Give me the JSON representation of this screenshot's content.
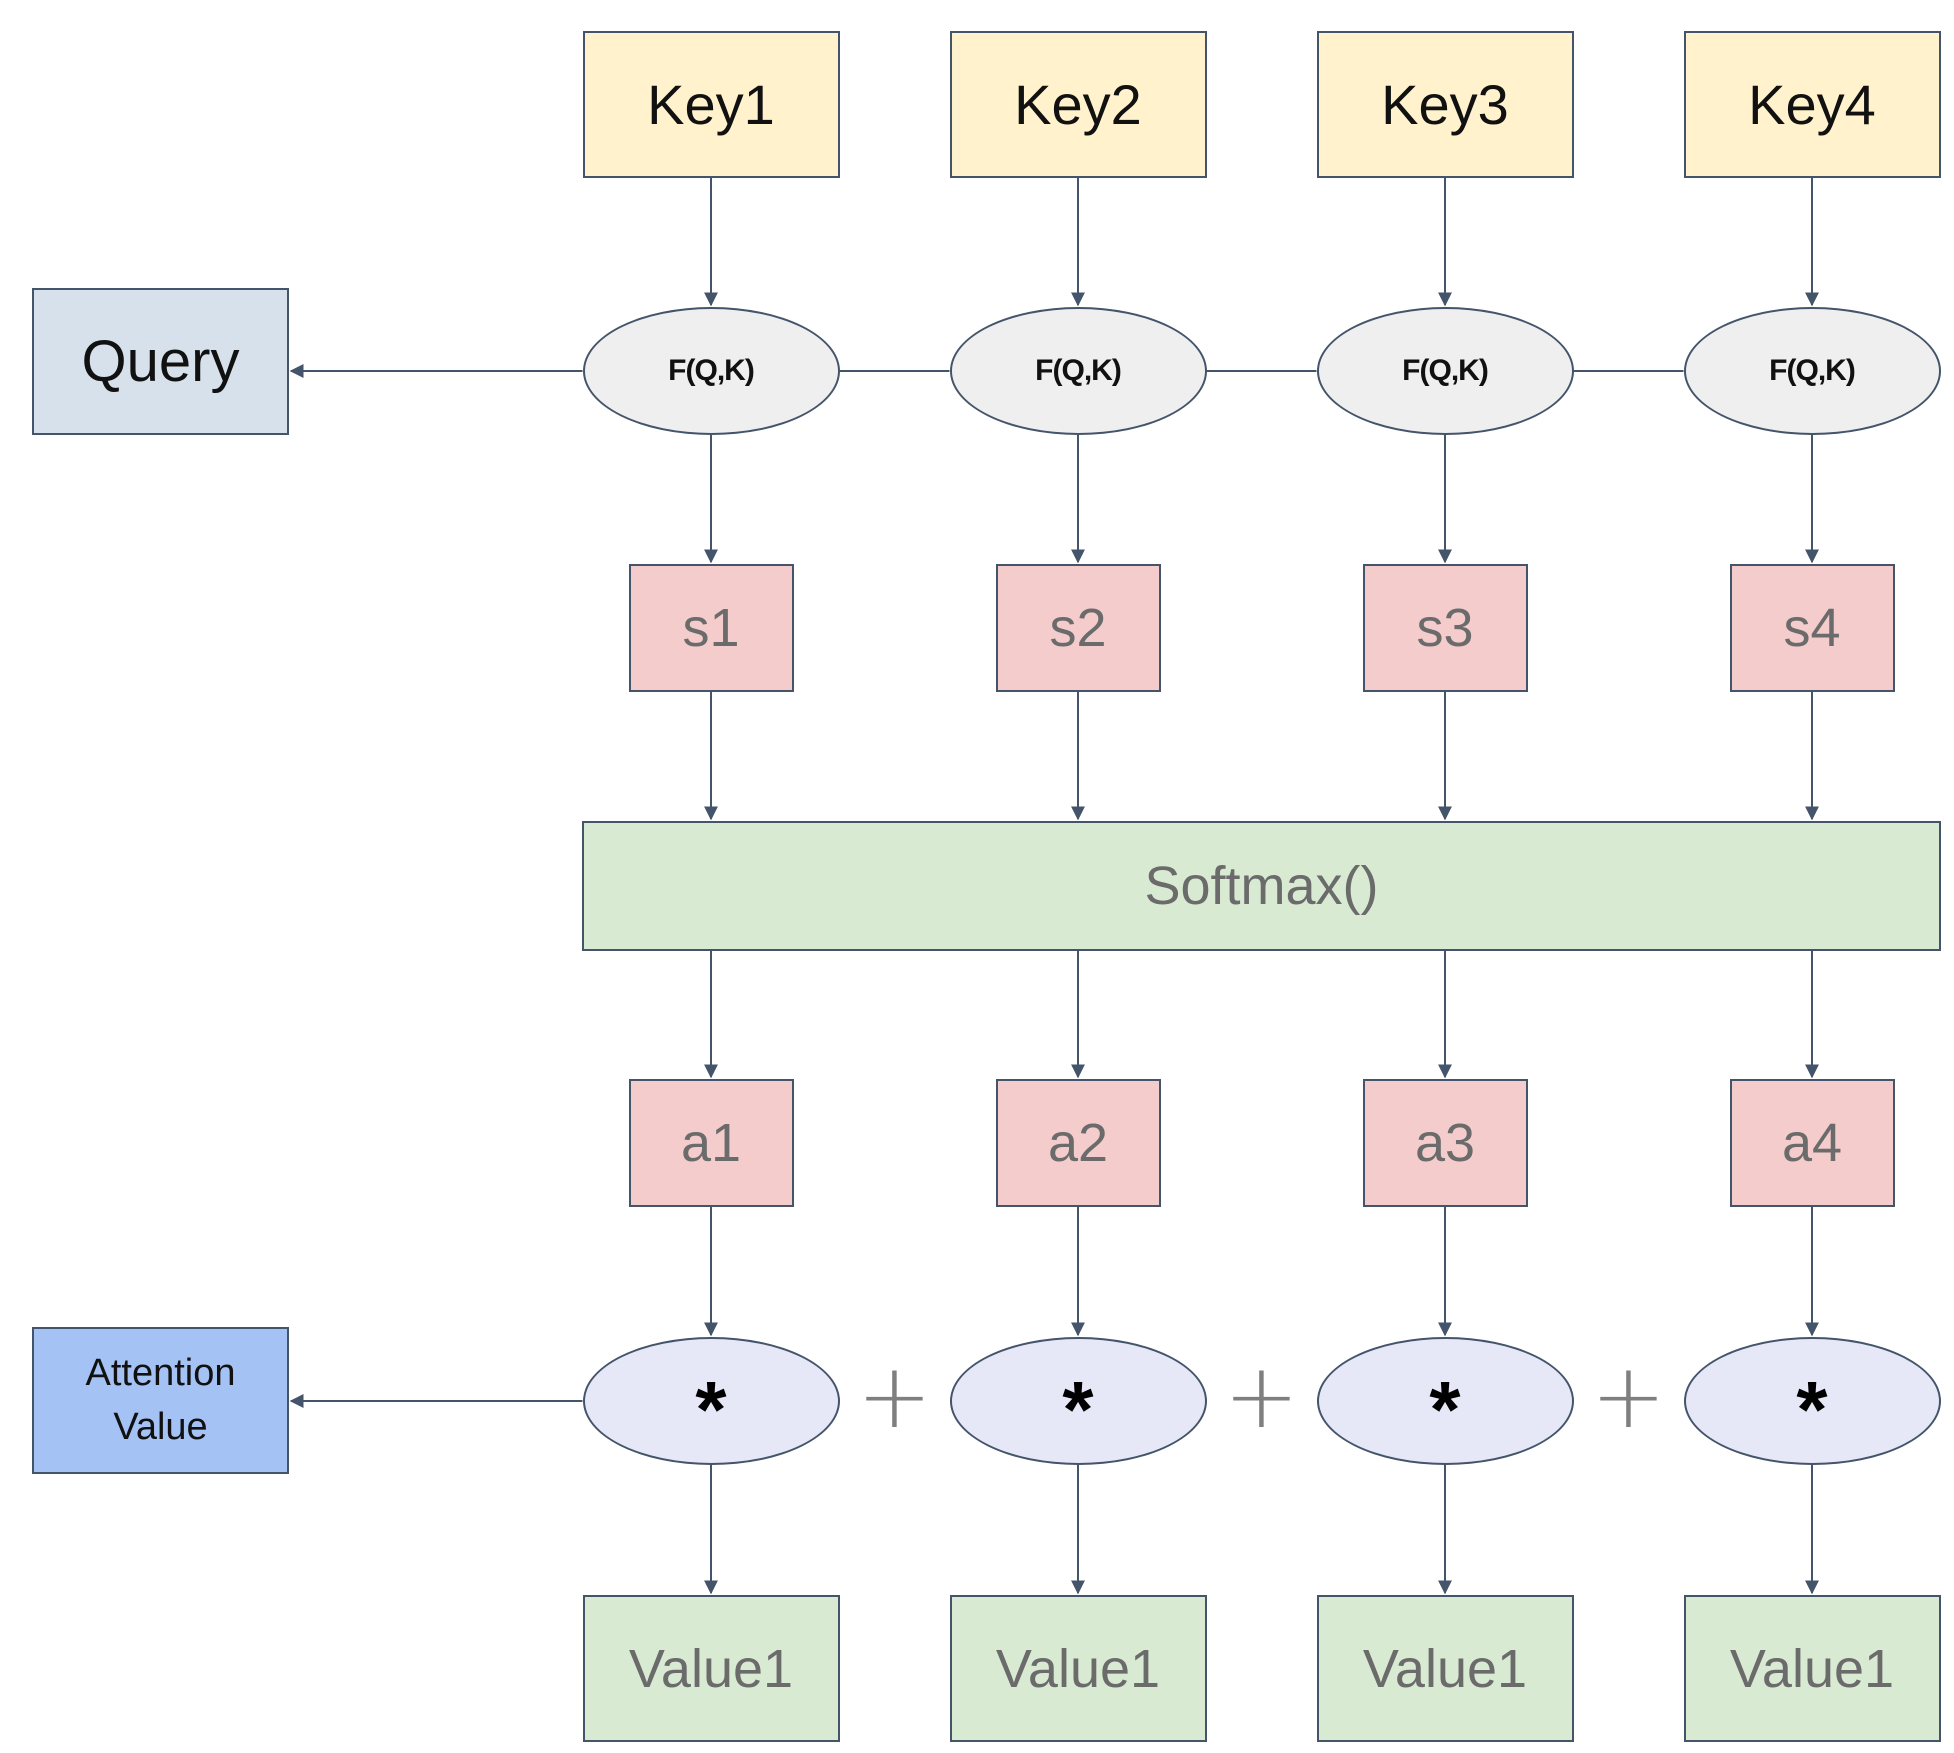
{
  "keys": [
    "Key1",
    "Key2",
    "Key3",
    "Key4"
  ],
  "score_fn_label": "F(Q,K)",
  "scores": [
    "s1",
    "s2",
    "s3",
    "s4"
  ],
  "softmax_label": "Softmax()",
  "weights": [
    "a1",
    "a2",
    "a3",
    "a4"
  ],
  "multiply_symbol": "*",
  "plus_symbol": "+",
  "values": [
    "Value1",
    "Value1",
    "Value1",
    "Value1"
  ],
  "query_label": "Query",
  "attention_value_label": [
    "Attention",
    "Value"
  ],
  "colors": {
    "key": "#fff2cc",
    "query": "#d6e1ec",
    "score": "#f4cccc",
    "softmax": "#d9ead3",
    "value": "#d9ead3",
    "attention_value": "#a4c2f4",
    "score_fn": "#efefef",
    "multiply": "#e6e8f8",
    "stroke": "#44546a"
  }
}
